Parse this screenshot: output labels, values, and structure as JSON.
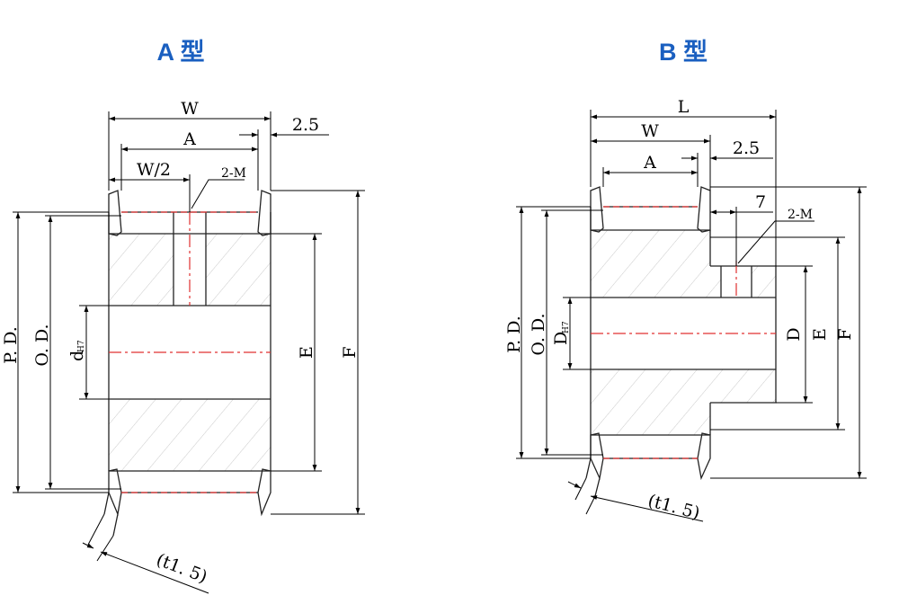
{
  "titles": {
    "type_a": "A 型",
    "type_b": "B 型"
  },
  "title_color": "#1a5fc0",
  "centerline_color": "#e03030",
  "type_a": {
    "W": "W",
    "A": "A",
    "W_half": "W/2",
    "offset": "2.5",
    "tap": "2-M",
    "PD": "P. D.",
    "OD": "O. D.",
    "d": "d",
    "d_sub": "H7",
    "E": "E",
    "F": "F",
    "thickness": "(t1. 5)"
  },
  "type_b": {
    "L": "L",
    "W": "W",
    "A": "A",
    "offset": "2.5",
    "seven": "7",
    "tap": "2-M",
    "PD": "P. D.",
    "OD": "O. D.",
    "D_bore": "D",
    "D_bore_sub": "H7",
    "D": "D",
    "E": "E",
    "F": "F",
    "thickness": "(t1. 5)"
  }
}
